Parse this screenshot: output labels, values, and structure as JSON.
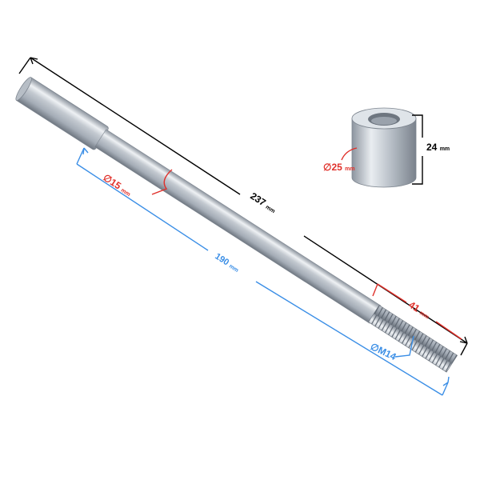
{
  "dimensions": {
    "total_length": {
      "value": "237",
      "unit": "mm"
    },
    "shaft_length": {
      "value": "190",
      "unit": "mm"
    },
    "thread_length": {
      "value": "41",
      "unit": "mm"
    },
    "shaft_diameter": {
      "symbol": "∅",
      "value": "15",
      "unit": "mm"
    },
    "thread_size": {
      "symbol": "∅",
      "value": "M14"
    },
    "spacer_diameter": {
      "symbol": "∅",
      "value": "25",
      "unit": "mm"
    },
    "spacer_height": {
      "value": "24",
      "unit": "mm"
    }
  },
  "colors": {
    "total": "#000000",
    "shaft": "#3a8ee6",
    "red": "#e0302a",
    "metal": "#c8ced6"
  }
}
